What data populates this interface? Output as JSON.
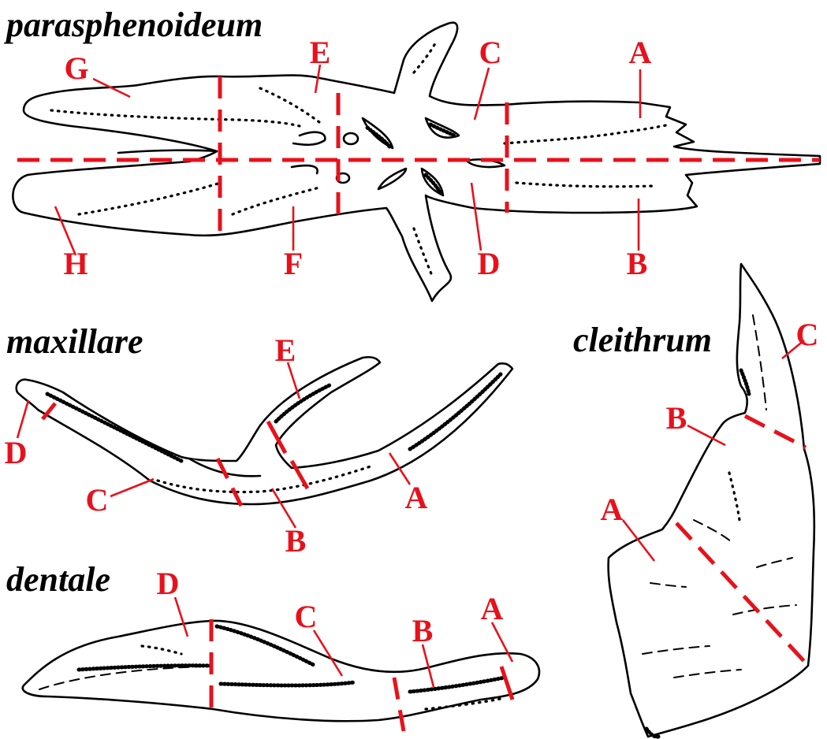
{
  "figures": {
    "parasphenoideum": {
      "title": "parasphenoideum",
      "labels": {
        "A": "A",
        "B": "B",
        "C": "C",
        "D": "D",
        "E": "E",
        "F": "F",
        "G": "G",
        "H": "H"
      }
    },
    "maxillare": {
      "title": "maxillare",
      "labels": {
        "A": "A",
        "B": "B",
        "C": "C",
        "D": "D",
        "E": "E"
      }
    },
    "cleithrum": {
      "title": "cleithrum",
      "labels": {
        "A": "A",
        "B": "B",
        "C": "C"
      }
    },
    "dentale": {
      "title": "dentale",
      "labels": {
        "A": "A",
        "B": "B",
        "C": "C",
        "D": "D"
      }
    }
  },
  "colors": {
    "label": "#e8111b",
    "outline": "#000000",
    "background": "#ffffff"
  }
}
